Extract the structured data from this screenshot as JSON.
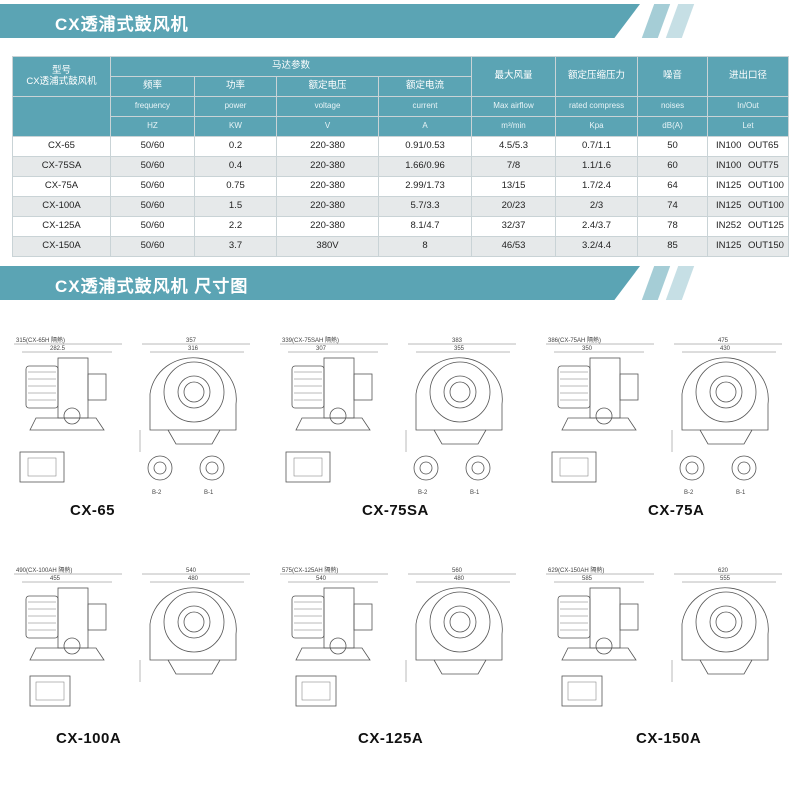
{
  "section1_title": "CX透浦式鼓风机",
  "section2_title": "CX透浦式鼓风机 尺寸图",
  "table": {
    "model_header_1": "型号",
    "model_header_2": "CX透浦式鼓风机",
    "motor_group": "马达参数",
    "columns": [
      {
        "cn": "频率",
        "en": "frequency",
        "unit": "HZ"
      },
      {
        "cn": "功率",
        "en": "power",
        "unit": "KW"
      },
      {
        "cn": "额定电压",
        "en": "voltage",
        "unit": "V"
      },
      {
        "cn": "额定电流",
        "en": "current",
        "unit": "A"
      },
      {
        "cn": "最大风量",
        "en": "Max airflow",
        "unit": "m³/min"
      },
      {
        "cn": "额定压缩压力",
        "en": "rated compress",
        "unit": "Kpa"
      },
      {
        "cn": "噪音",
        "en": "noises",
        "unit": "dB(A)"
      },
      {
        "cn": "进出口径",
        "en": "In/Out",
        "unit": "Let"
      }
    ],
    "rows": [
      [
        "CX-65",
        "50/60",
        "0.2",
        "220-380",
        "0.91/0.53",
        "4.5/5.3",
        "0.7/1.1",
        "50",
        "IN100 OUT65"
      ],
      [
        "CX-75SA",
        "50/60",
        "0.4",
        "220-380",
        "1.66/0.96",
        "7/8",
        "1.1/1.6",
        "60",
        "IN100 OUT75"
      ],
      [
        "CX-75A",
        "50/60",
        "0.75",
        "220-380",
        "2.99/1.73",
        "13/15",
        "1.7/2.4",
        "64",
        "IN125 OUT100"
      ],
      [
        "CX-100A",
        "50/60",
        "1.5",
        "220-380",
        "5.7/3.3",
        "20/23",
        "2/3",
        "74",
        "IN125 OUT100"
      ],
      [
        "CX-125A",
        "50/60",
        "2.2",
        "220-380",
        "8.1/4.7",
        "32/37",
        "2.4/3.7",
        "78",
        "IN252 OUT125"
      ],
      [
        "CX-150A",
        "50/60",
        "3.7",
        "380V",
        "8",
        "46/53",
        "3.2/4.4",
        "85",
        "IN125 OUT150"
      ]
    ]
  },
  "drawings": [
    {
      "name": "CX-65",
      "top_dim": "315(CX-65H 隔熱)",
      "dims": [
        "282.5",
        "357",
        "316"
      ],
      "views": [
        "B-2",
        "B-1"
      ]
    },
    {
      "name": "CX-75SA",
      "top_dim": "339(CX-75SAH 隔熱)",
      "dims": [
        "307",
        "383",
        "355"
      ],
      "views": [
        "B-2",
        "B-1"
      ]
    },
    {
      "name": "CX-75A",
      "top_dim": "386(CX-75AH 隔熱)",
      "dims": [
        "350",
        "475",
        "430"
      ],
      "views": [
        "B-2",
        "B-1"
      ]
    },
    {
      "name": "CX-100A",
      "top_dim": "490(CX-100AH 隔熱)",
      "dims": [
        "455",
        "540",
        "480"
      ],
      "views": []
    },
    {
      "name": "CX-125A",
      "top_dim": "575(CX-125AH 隔熱)",
      "dims": [
        "540",
        "560",
        "480"
      ],
      "views": []
    },
    {
      "name": "CX-150A",
      "top_dim": "629(CX-150AH 隔熱)",
      "dims": [
        "585",
        "620",
        "555"
      ],
      "views": []
    }
  ]
}
